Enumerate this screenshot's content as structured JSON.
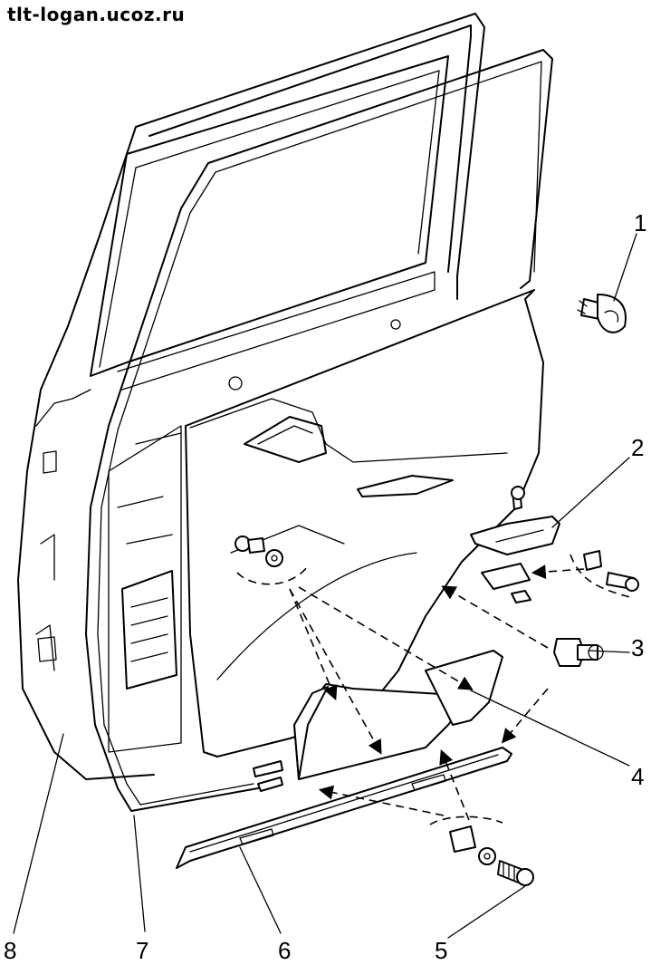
{
  "watermark": "tlt-logan.ucoz.ru",
  "callouts": [
    "1",
    "2",
    "3",
    "4",
    "5",
    "6",
    "7",
    "8"
  ]
}
